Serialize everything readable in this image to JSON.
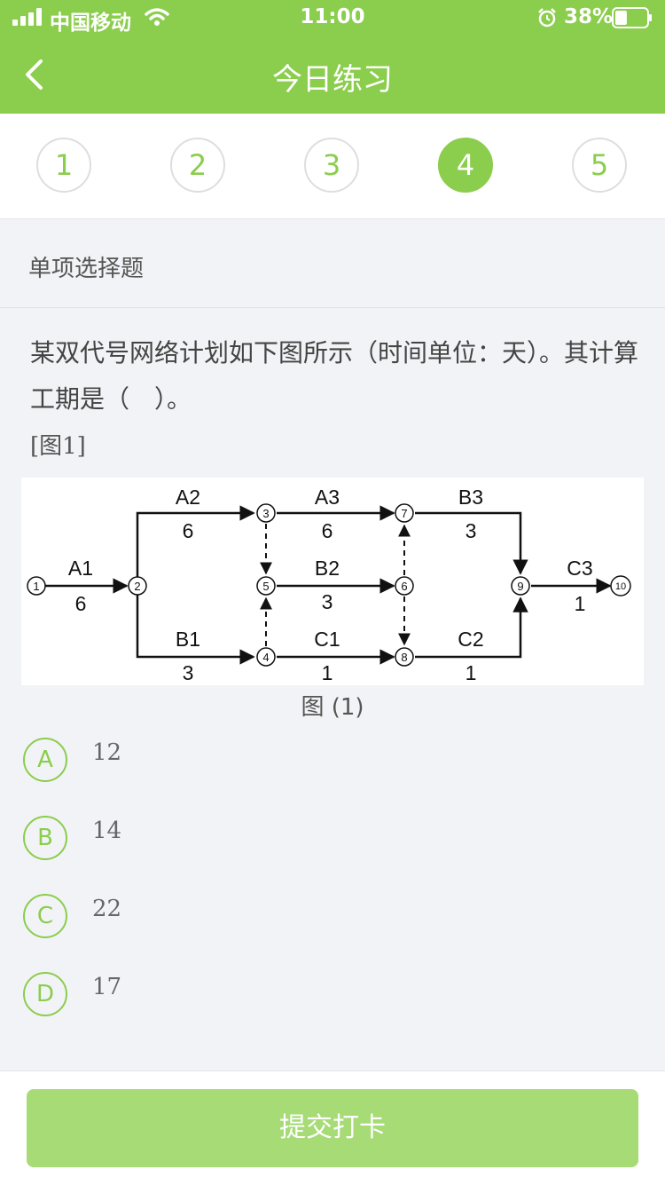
{
  "status": {
    "carrier": "中国移动",
    "time": "11:00",
    "battery": "38%",
    "battery_level": 0.38
  },
  "nav": {
    "title": "今日练习"
  },
  "questions": {
    "numbers": [
      "1",
      "2",
      "3",
      "4",
      "5"
    ],
    "active_index": 3
  },
  "question_type": "单项选择题",
  "question": {
    "text": "某双代号网络计划如下图所示（时间单位：天）。其计算工期是（　）。",
    "figure_ref": "[图1]",
    "caption": "图 (1)"
  },
  "diagram": {
    "nodes": [
      "1",
      "2",
      "3",
      "4",
      "5",
      "6",
      "7",
      "8",
      "9",
      "10"
    ],
    "activities": [
      {
        "name": "A1",
        "duration": "6"
      },
      {
        "name": "A2",
        "duration": "6"
      },
      {
        "name": "A3",
        "duration": "6"
      },
      {
        "name": "B1",
        "duration": "3"
      },
      {
        "name": "B2",
        "duration": "3"
      },
      {
        "name": "B3",
        "duration": "3"
      },
      {
        "name": "C1",
        "duration": "1"
      },
      {
        "name": "C2",
        "duration": "1"
      },
      {
        "name": "C3",
        "duration": "1"
      }
    ]
  },
  "options": [
    {
      "letter": "A",
      "text": "12"
    },
    {
      "letter": "B",
      "text": "14"
    },
    {
      "letter": "C",
      "text": "22"
    },
    {
      "letter": "D",
      "text": "17"
    }
  ],
  "submit_label": "提交打卡",
  "colors": {
    "accent": "#8bcd4d",
    "submit": "#a6db76",
    "background": "#f2f3f6"
  }
}
